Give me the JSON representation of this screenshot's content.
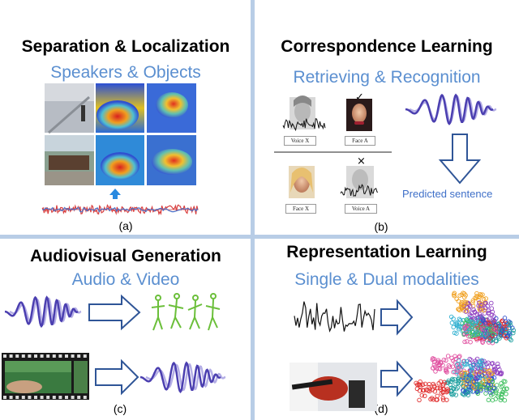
{
  "panels": {
    "a": {
      "title": "Separation & Localization",
      "subtitle": "Speakers & Objects",
      "caption": "(a)"
    },
    "b": {
      "title": "Correspondence Learning",
      "subtitle": "Retrieving & Recognition",
      "caption": "(b)",
      "predicted_sentence": "Predicted sentence",
      "labels": {
        "voice_x": "Voice X",
        "face_a": "Face A",
        "face_x": "Face X",
        "voice_a": "Voice A"
      },
      "marks": {
        "check": "✓",
        "cross": "×"
      }
    },
    "c": {
      "title": "Audiovisual Generation",
      "subtitle": "Audio & Video",
      "caption": "(c)"
    },
    "d": {
      "title": "Representation Learning",
      "subtitle": "Single & Dual modalities",
      "caption": "(d)"
    }
  },
  "colors": {
    "divider": "#b8cde6",
    "subtitle": "#5b8fd0",
    "wave_dark": "#4b3fb0",
    "wave_light": "#b4aee6",
    "arrow": "#2f5597",
    "skeleton": "#6bbf3a"
  }
}
